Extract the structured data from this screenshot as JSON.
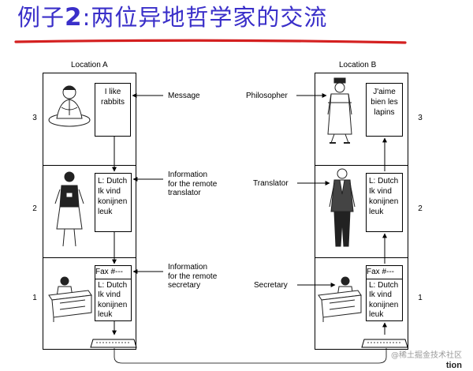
{
  "title": {
    "prefix": "例子",
    "number": "2",
    "suffix": ":两位异地哲学家的交流"
  },
  "locations": {
    "a": "Location A",
    "b": "Location B"
  },
  "layers": [
    "3",
    "2",
    "1"
  ],
  "location_a": {
    "message_lines": [
      "I like",
      "rabbits"
    ],
    "translator_lines": [
      "L: Dutch",
      "Ik vind",
      "konijnen",
      "leuk"
    ],
    "secretary_lines": [
      "Fax #---",
      "L: Dutch",
      "Ik vind",
      "konijnen",
      "leuk"
    ]
  },
  "location_b": {
    "message_lines": [
      "J'aime",
      "bien les",
      "lapins"
    ],
    "translator_lines": [
      "L: Dutch",
      "Ik vind",
      "konijnen",
      "leuk"
    ],
    "secretary_lines": [
      "Fax #---",
      "L: Dutch",
      "Ik vind",
      "konijnen",
      "leuk"
    ]
  },
  "middle_labels": {
    "message": [
      "Message"
    ],
    "info_translator": [
      "Information",
      "for the remote",
      "translator"
    ],
    "info_secretary": [
      "Information",
      "for the remote",
      "secretary"
    ]
  },
  "right_labels": {
    "philosopher": "Philosopher",
    "translator": "Translator",
    "secretary": "Secretary"
  },
  "watermark": "@稀土掘金技术社区",
  "corner_logo": "tion",
  "colors": {
    "title": "#3a2fc9",
    "underline": "#d42020",
    "figure": "#222222"
  }
}
